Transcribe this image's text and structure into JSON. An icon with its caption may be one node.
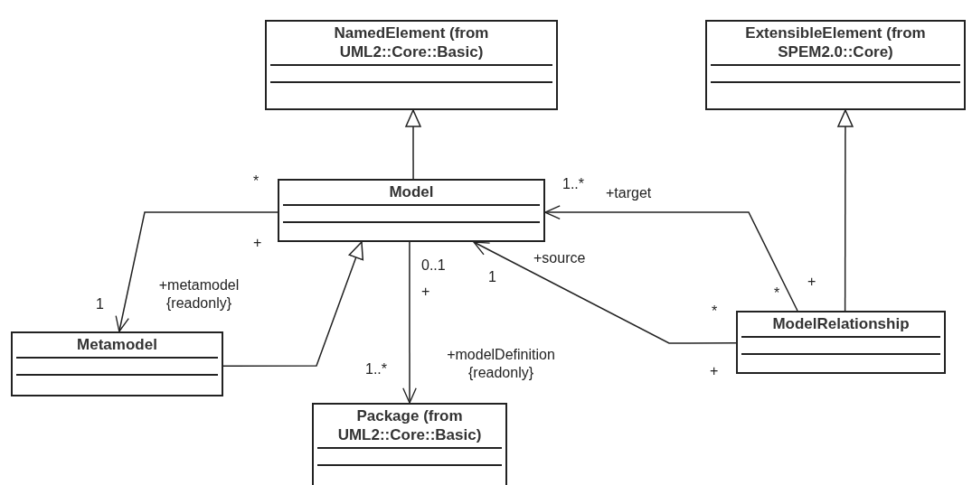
{
  "diagram": {
    "nodes": [
      {
        "text": [
          "NamedElement (from UML2::Core::Basic)"
        ]
      },
      {
        "text": [
          "ExtensibleElement (from SPEM2.0::Core)"
        ]
      },
      {
        "text": [
          "Model"
        ]
      },
      {
        "text": [
          "Metamodel"
        ]
      },
      {
        "text": [
          "ModelRelationship"
        ]
      },
      {
        "text": [
          "Package (from UML2::Core::Basic)"
        ]
      }
    ],
    "edges": [
      {
        "from": 2,
        "to": 0,
        "arrow": "to"
      },
      {
        "from": 2,
        "to": 3,
        "arrow": "to",
        "label": "+metamodel {readonly}"
      },
      {
        "from": 3,
        "to": 2,
        "arrow": "to"
      },
      {
        "from": 2,
        "to": 5,
        "arrow": "to",
        "label": "+modelDefinition {readonly}"
      },
      {
        "from": 4,
        "to": 2,
        "arrow": "to",
        "label": "+target"
      },
      {
        "from": 4,
        "to": 2,
        "arrow": "to",
        "label": "+source"
      },
      {
        "from": 4,
        "to": 1,
        "arrow": "to"
      }
    ],
    "labels": [
      "*",
      "1..*",
      "+",
      "0..1",
      "1",
      "+",
      "+",
      "*",
      "1",
      "*",
      "1..*",
      "+"
    ]
  }
}
